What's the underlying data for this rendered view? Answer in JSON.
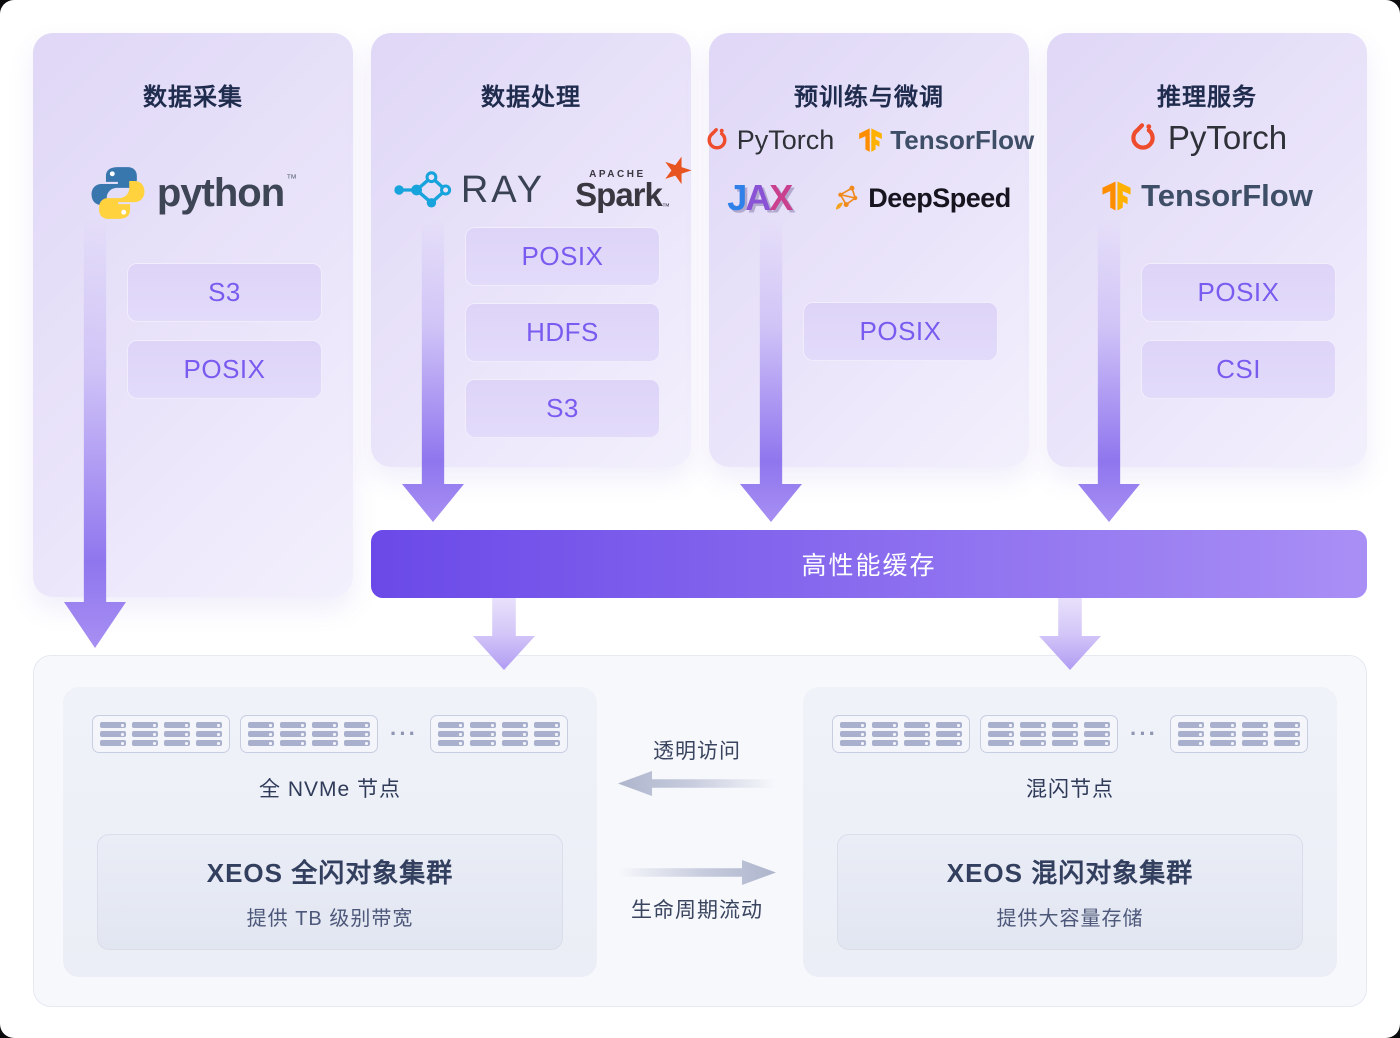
{
  "columns": [
    {
      "title": "数据采集",
      "chips": [
        "S3",
        "POSIX"
      ]
    },
    {
      "title": "数据处理",
      "chips": [
        "POSIX",
        "HDFS",
        "S3"
      ]
    },
    {
      "title": "预训练与微调",
      "chips": [
        "POSIX"
      ]
    },
    {
      "title": "推理服务",
      "chips": [
        "POSIX",
        "CSI"
      ]
    }
  ],
  "logo_text": {
    "python": "python",
    "python_tm": "™",
    "ray": "RAY",
    "spark_apache": "APACHE",
    "spark": "Spark",
    "spark_star": "★",
    "spark_tm": "™",
    "pytorch": "PyTorch",
    "tensorflow": "TensorFlow",
    "jax_letters": [
      "J",
      "A",
      "X"
    ],
    "deepspeed": "DeepSpeed"
  },
  "cache_bar": {
    "label": "高性能缓存"
  },
  "bottom": {
    "left_cluster": {
      "node_label": "全 NVMe 节点",
      "cluster_title": "XEOS 全闪对象集群",
      "cluster_subtitle": "提供 TB 级别带宽"
    },
    "right_cluster": {
      "node_label": "混闪节点",
      "cluster_title": "XEOS 混闪对象集群",
      "cluster_subtitle": "提供大容量存储"
    },
    "flows": {
      "top_label": "透明访问",
      "bottom_label": "生命周期流动"
    },
    "servers": {
      "groups": 3,
      "units_per_group": 4,
      "bars_per_unit": 3,
      "ellipsis": "···"
    }
  },
  "colors": {
    "cache_gradient_start": "#6A49E8",
    "cache_gradient_end": "#A98FF5",
    "chip_text": "#7A5BEF",
    "chip_bg": "#DDD4F8",
    "card_bg_start": "#DFD7F6",
    "card_bg_end": "#F3F0FD",
    "arrow_purple": "#8F76EE",
    "title_text": "#202C4E",
    "cluster_panel_bg": "#EBEEF6",
    "cluster_box_bg": "#E2E6F1",
    "server_bar": "#A8B0CD",
    "flow_arrow": "#C6CBDD",
    "flow_text": "#39445F",
    "python_blue": "#3876AE",
    "python_yellow": "#FFD23E",
    "ray_blue": "#17A3DC",
    "spark_orange": "#E8541F",
    "pytorch_orange": "#EE4C2C",
    "tensorflow_orange": "#FF8D00",
    "deepspeed_orange": "#F08A1D"
  }
}
